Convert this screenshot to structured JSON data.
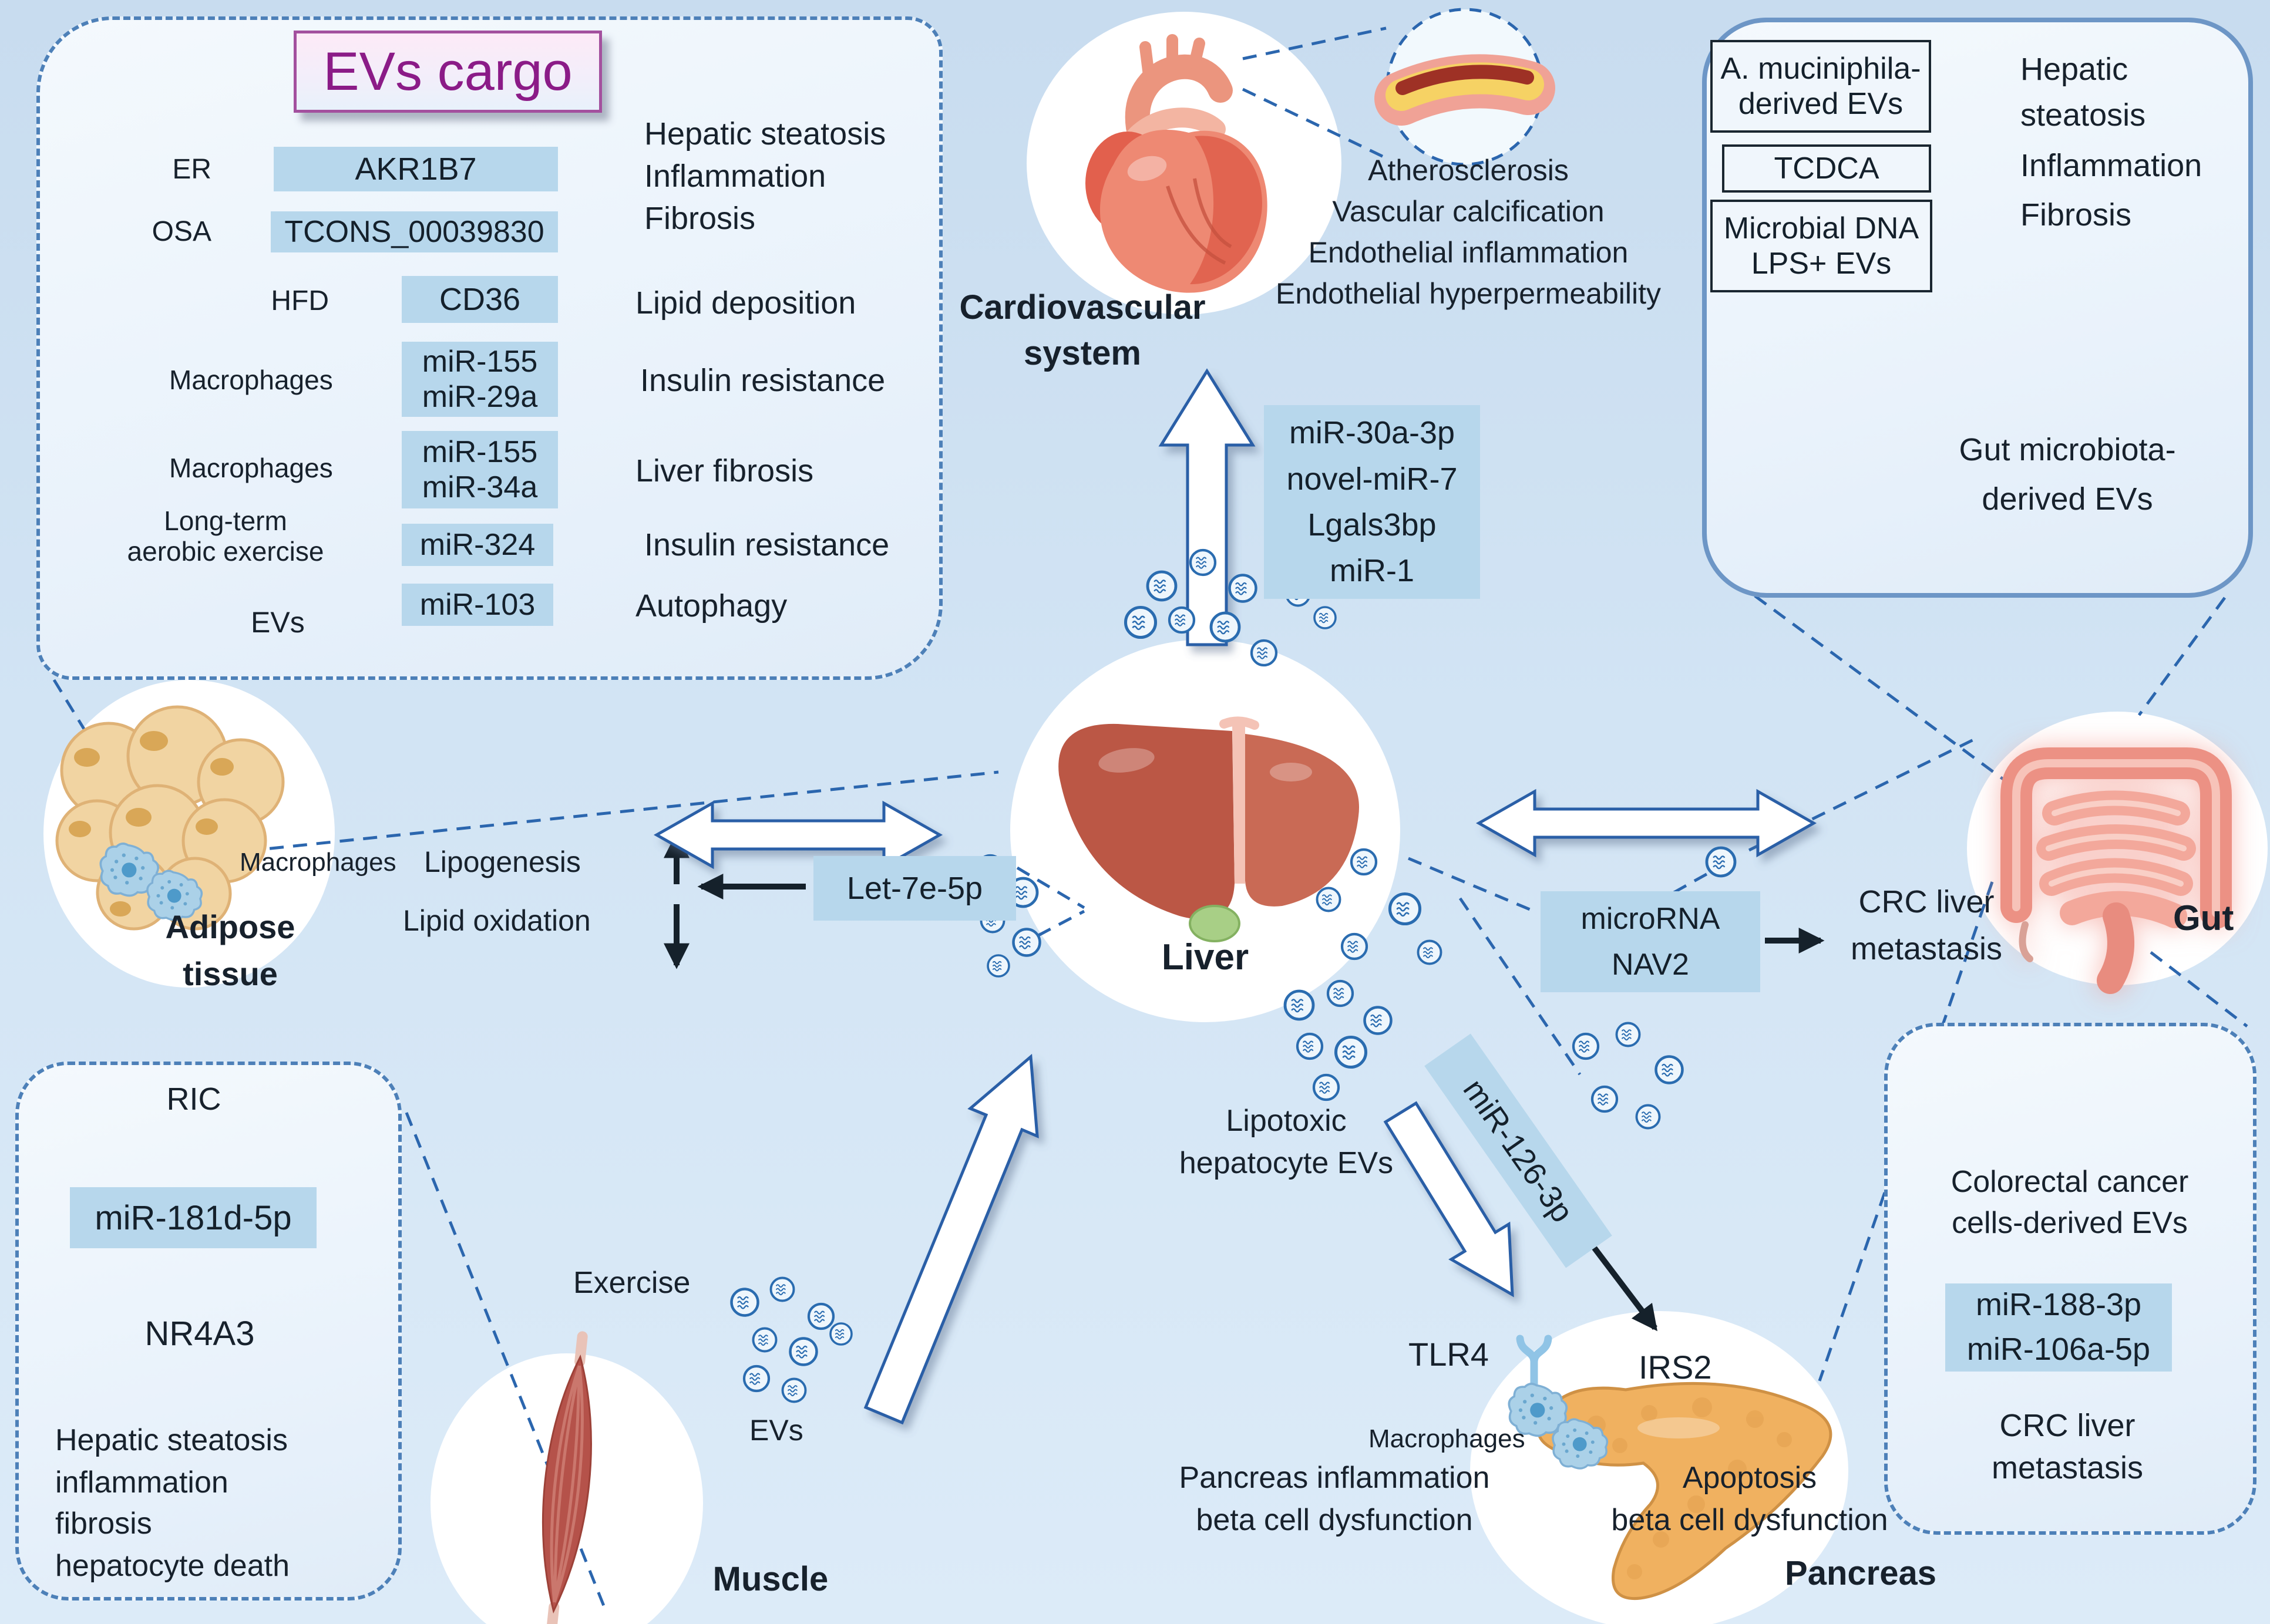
{
  "cargo_panel": {
    "title": "EVs cargo",
    "row_er": {
      "source": "ER",
      "gene": "AKR1B7"
    },
    "row_osa": {
      "source": "OSA",
      "gene": "TCONS_00039830"
    },
    "row_hfd": {
      "source": "HFD",
      "gene": "CD36"
    },
    "row_mac1": {
      "source": "Macrophages",
      "gene1": "miR-155",
      "gene2": "miR-29a",
      "effect": "Insulin resistance"
    },
    "row_mac2": {
      "source": "Macrophages",
      "gene1": "miR-155",
      "gene2": "miR-34a",
      "effect": "Liver fibrosis"
    },
    "row_exercise": {
      "source1": "Long-term",
      "source2": "aerobic exercise",
      "gene": "miR-324",
      "effect": "Insulin resistance"
    },
    "row_evs": {
      "source": "EVs",
      "gene": "miR-103",
      "effect": "Autophagy"
    },
    "effect_block": [
      "Hepatic steatosis",
      "Inflammation",
      "Fibrosis"
    ],
    "effect_lipid": "Lipid deposition"
  },
  "cardiovascular": {
    "label1": "Cardiovascular",
    "label2": "system",
    "effects": [
      "Atherosclerosis",
      "Vascular calcification",
      "Endothelial inflammation",
      "Endothelial hyperpermeability"
    ],
    "mediators": [
      "miR-30a-3p",
      "novel-miR-7",
      "Lgals3bp",
      "miR-1"
    ]
  },
  "gut_panel": {
    "box1_line1": "A. muciniphila-",
    "box1_line2": "derived EVs",
    "box2": "TCDCA",
    "box3_line1": "Microbial DNA",
    "box3_line2": "LPS+ EVs",
    "effect1_line1": "Hepatic",
    "effect1_line2": "steatosis",
    "effect2": "Inflammation",
    "effect3": "Fibrosis",
    "microbiota_line1": "Gut microbiota-",
    "microbiota_line2": "derived EVs"
  },
  "liver": {
    "label": "Liver"
  },
  "adipose": {
    "macrophages": "Macrophages",
    "label1": "Adipose",
    "label2": "tissue",
    "lipogenesis": "Lipogenesis",
    "lipid_oxidation": "Lipid oxidation",
    "mediator": "Let-7e-5p"
  },
  "gut": {
    "label": "Gut",
    "mediator_line1": "microRNA",
    "mediator_line2": "NAV2",
    "effect_line1": "CRC liver",
    "effect_line2": "metastasis"
  },
  "ric_panel": {
    "source": "RIC",
    "mediator": "miR-181d-5p",
    "target": "NR4A3",
    "effects": [
      "Hepatic steatosis",
      "inflammation",
      "fibrosis",
      "hepatocyte death"
    ]
  },
  "muscle": {
    "exercise": "Exercise",
    "evs": "EVs",
    "label": "Muscle"
  },
  "pancreas": {
    "source_line1": "Lipotoxic",
    "source_line2": "hepatocyte EVs",
    "mediator": "miR-126-3p",
    "receptor1": "TLR4",
    "receptor2": "IRS2",
    "macrophages": "Macrophages",
    "effect_left_line1": "Pancreas inflammation",
    "effect_left_line2": "beta cell dysfunction",
    "effect_right_line1": "Apoptosis",
    "effect_right_line2": "beta cell dysfunction",
    "label": "Pancreas"
  },
  "crc_panel": {
    "source_line1": "Colorectal cancer",
    "source_line2": "cells-derived EVs",
    "mediator1": "miR-188-3p",
    "mediator2": "miR-106a-5p",
    "effect_line1": "CRC liver",
    "effect_line2": "metastasis"
  }
}
